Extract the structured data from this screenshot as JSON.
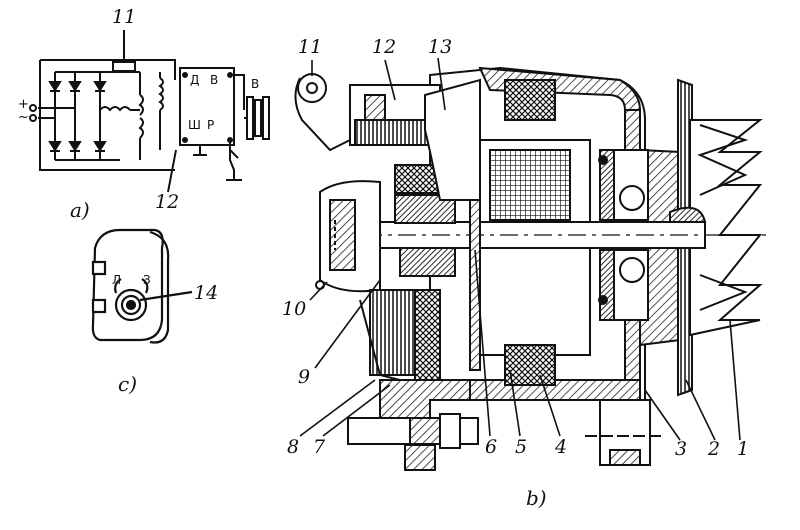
{
  "schematic": {
    "caption": "a)",
    "callout_top": "11",
    "callout_bottom": "12",
    "plus": "+",
    "tilde": "~",
    "terminal_d": "Д",
    "terminal_v": "В",
    "terminal_sh": "Ш",
    "terminal_r": "Р",
    "terminal_v_out": "В"
  },
  "switch_panel": {
    "caption": "c)",
    "label_l": "Л",
    "label_z": "З",
    "callout": "14"
  },
  "section": {
    "caption": "b)",
    "callouts": [
      {
        "id": "c11",
        "text": "11"
      },
      {
        "id": "c12",
        "text": "12"
      },
      {
        "id": "c13",
        "text": "13"
      },
      {
        "id": "c10",
        "text": "10"
      },
      {
        "id": "c9",
        "text": "9"
      },
      {
        "id": "c8",
        "text": "8"
      },
      {
        "id": "c7",
        "text": "7"
      },
      {
        "id": "c6",
        "text": "6"
      },
      {
        "id": "c5",
        "text": "5"
      },
      {
        "id": "c4",
        "text": "4"
      },
      {
        "id": "c3",
        "text": "3"
      },
      {
        "id": "c2",
        "text": "2"
      },
      {
        "id": "c1",
        "text": "1"
      }
    ]
  },
  "colors": {
    "ink": "#111111",
    "paper": "#ffffff",
    "hatch": "#222222"
  }
}
